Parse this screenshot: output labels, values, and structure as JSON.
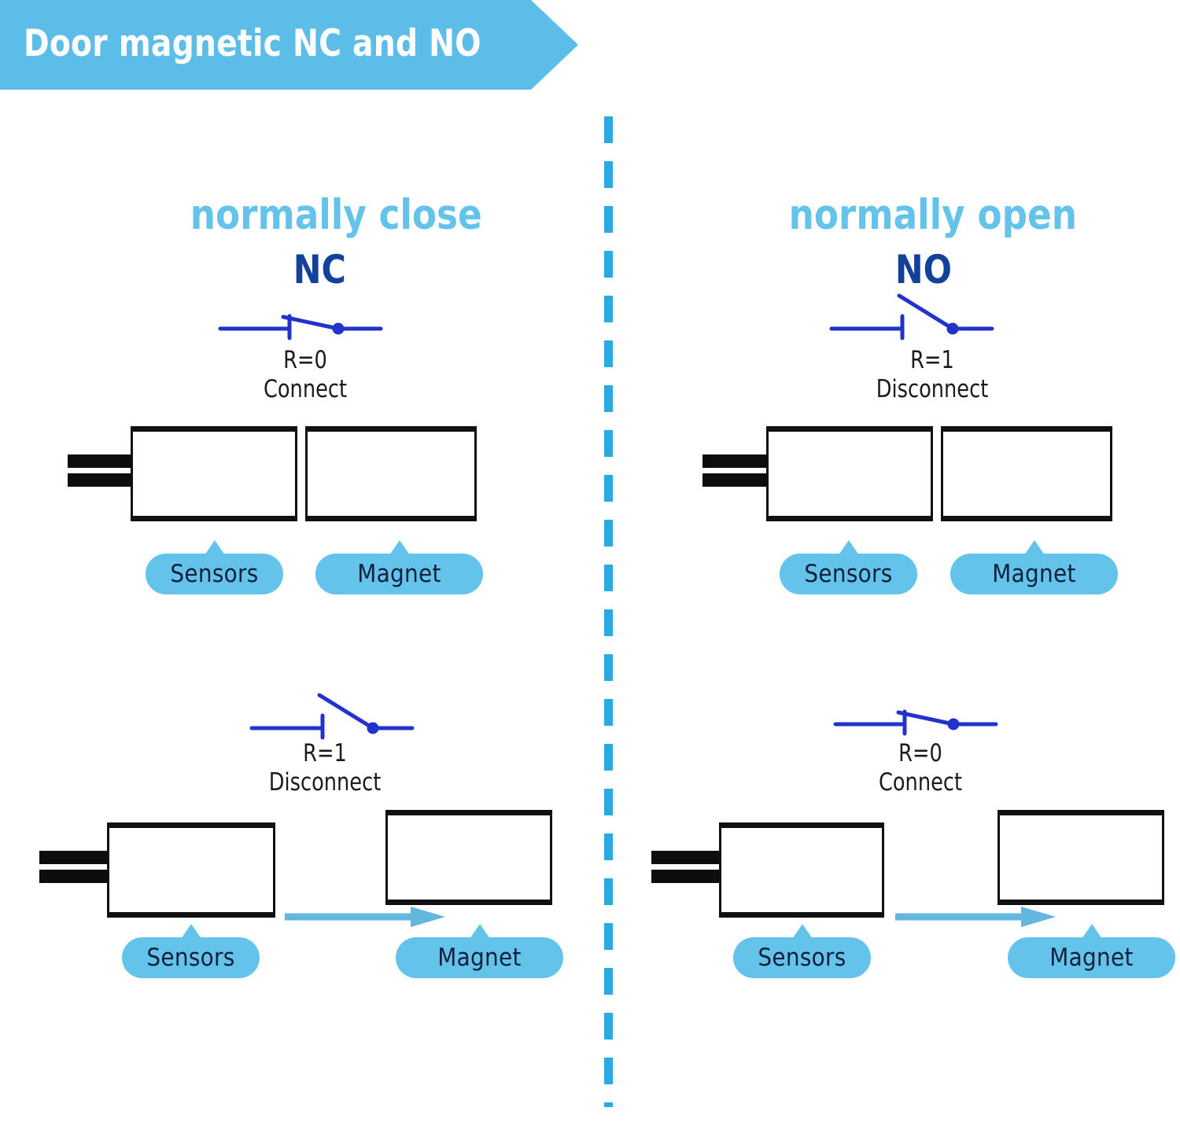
{
  "header": {
    "title": "Door magnetic NC and NO",
    "banner_color": "#5DBDE9",
    "title_color": "#FFFFFF"
  },
  "divider": {
    "style": "vertical-dashed",
    "color": "#29ABE2"
  },
  "colors": {
    "light_blue": "#63C3EB",
    "accent_blue": "#29ABE2",
    "dark_blue": "#11419B",
    "switch_blue": "#2233CC",
    "arrow_blue": "#63B6E0",
    "box_outline": "#111111",
    "text_dark": "#1B1B1B",
    "pill_text": "#13203A"
  },
  "panels": {
    "left": {
      "subtitle": "normally close",
      "code": "NC",
      "states": [
        {
          "switch_state": "closed",
          "resistance": "R=0",
          "status": "Connect",
          "separated": false,
          "sensor_label": "Sensors",
          "magnet_label": "Magnet"
        },
        {
          "switch_state": "open",
          "resistance": "R=1",
          "status": "Disconnect",
          "separated": true,
          "sensor_label": "Sensors",
          "magnet_label": "Magnet"
        }
      ]
    },
    "right": {
      "subtitle": "normally open",
      "code": "NO",
      "states": [
        {
          "switch_state": "open",
          "resistance": "R=1",
          "status": "Disconnect",
          "separated": false,
          "sensor_label": "Sensors",
          "magnet_label": "Magnet"
        },
        {
          "switch_state": "closed",
          "resistance": "R=0",
          "status": "Connect",
          "separated": true,
          "sensor_label": "Sensors",
          "magnet_label": "Magnet"
        }
      ]
    }
  }
}
